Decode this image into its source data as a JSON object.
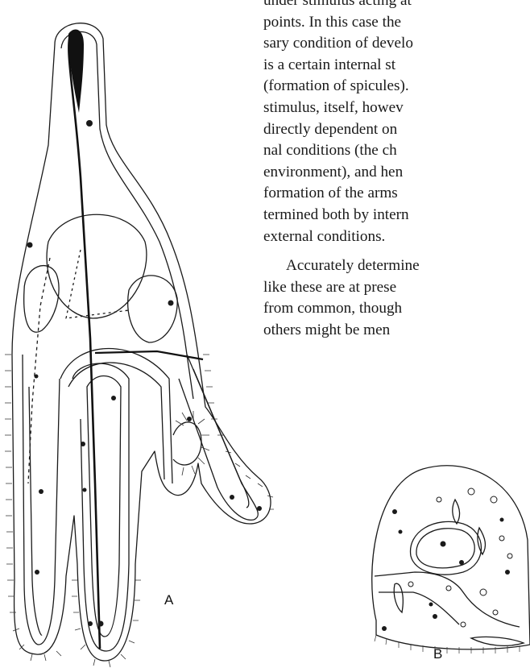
{
  "text": {
    "lines": [
      "under stimulus acting at",
      "points.  In this case the",
      "sary condition of develo",
      "is a certain internal st",
      "(formation of spicules).",
      "stimulus, itself, howev",
      "directly dependent on",
      "nal conditions (the ch",
      "environment), and hen",
      "formation of the arms",
      "termined both by intern",
      "external conditions."
    ],
    "para2_lines": [
      "Accurately determine",
      "like these are at prese",
      "from common, though",
      "others might be men"
    ]
  },
  "figures": {
    "a_label": "A",
    "b_label": "B"
  },
  "colors": {
    "ink": "#1a1a1a",
    "paper": "#ffffff"
  }
}
